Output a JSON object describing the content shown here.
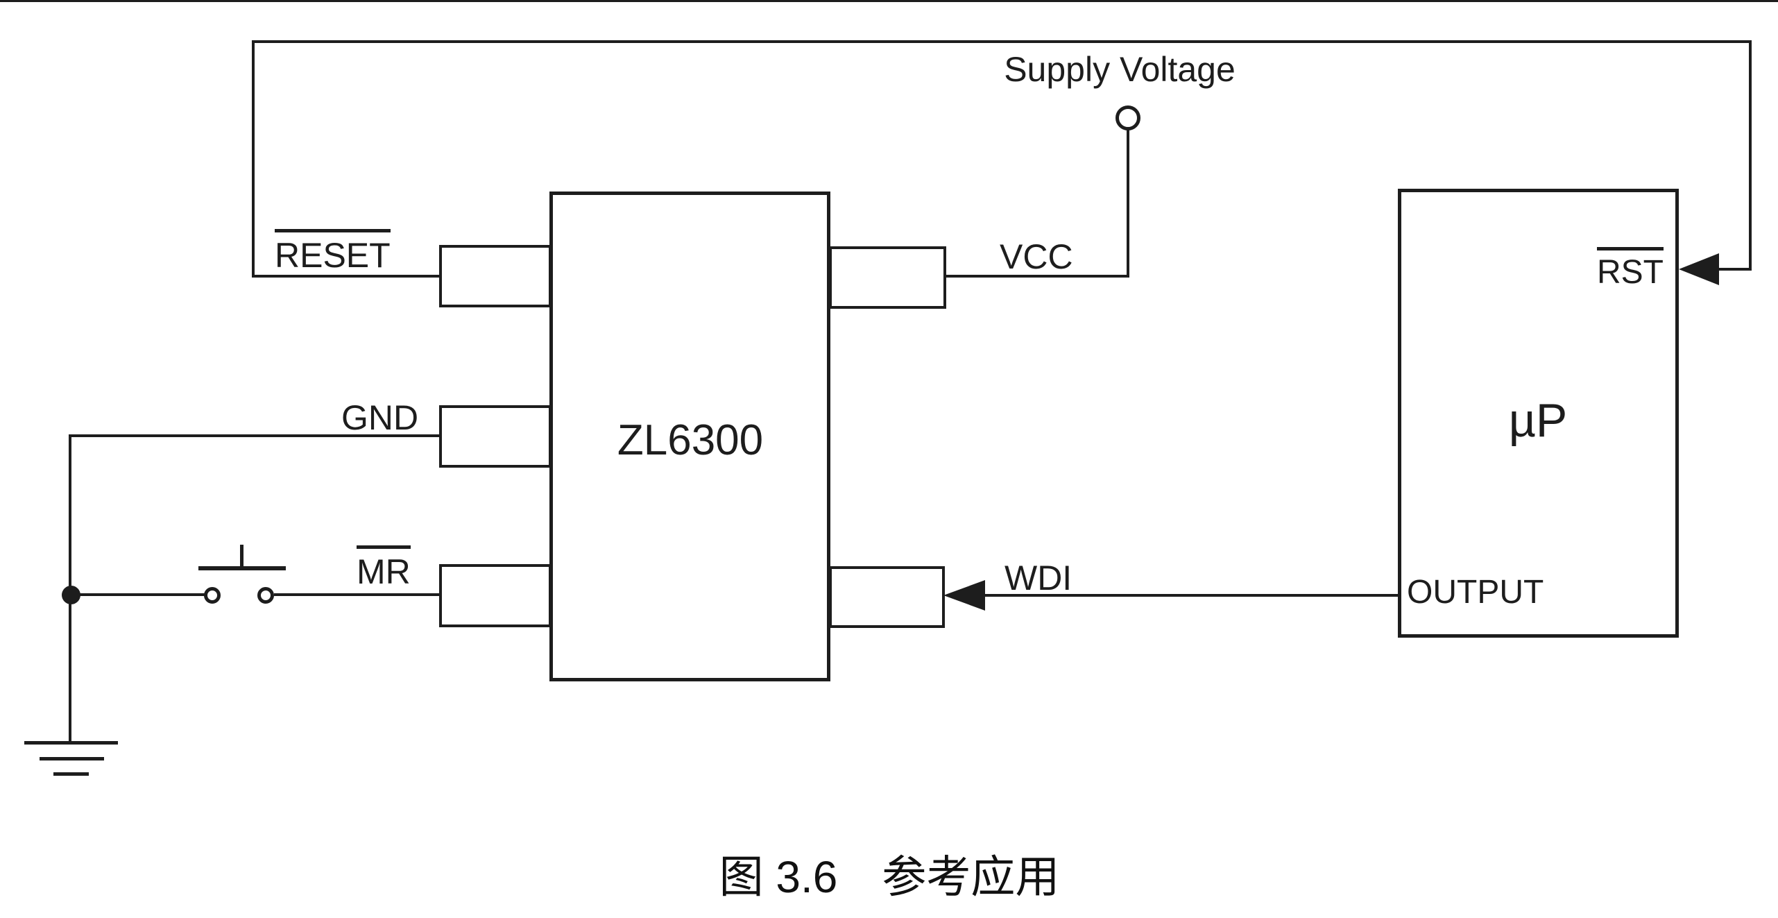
{
  "colors": {
    "line": "#1d1d1d",
    "text": "#1d1d1d",
    "background": "#ffffff"
  },
  "diagram": {
    "type": "circuit-schematic",
    "caption": "图 3.6　参考应用",
    "chip_main": {
      "label": "ZL6300",
      "pins": {
        "reset": "RESET",
        "gnd": "GND",
        "mr": "MR",
        "vcc": "VCC",
        "wdi": "WDI"
      }
    },
    "chip_micro": {
      "label": "µP",
      "pins": {
        "rst": "RST",
        "output": "OUTPUT"
      }
    },
    "net_labels": {
      "supply_voltage": "Supply Voltage"
    },
    "symbols": {
      "supply_terminal": "open-circle-terminal",
      "pushbutton": "momentary-pushbutton-switch",
      "ground": "earth-ground",
      "junction": "solder-junction-dot",
      "rst_arrow": "left-arrowhead",
      "wdi_arrow": "left-arrowhead"
    }
  }
}
